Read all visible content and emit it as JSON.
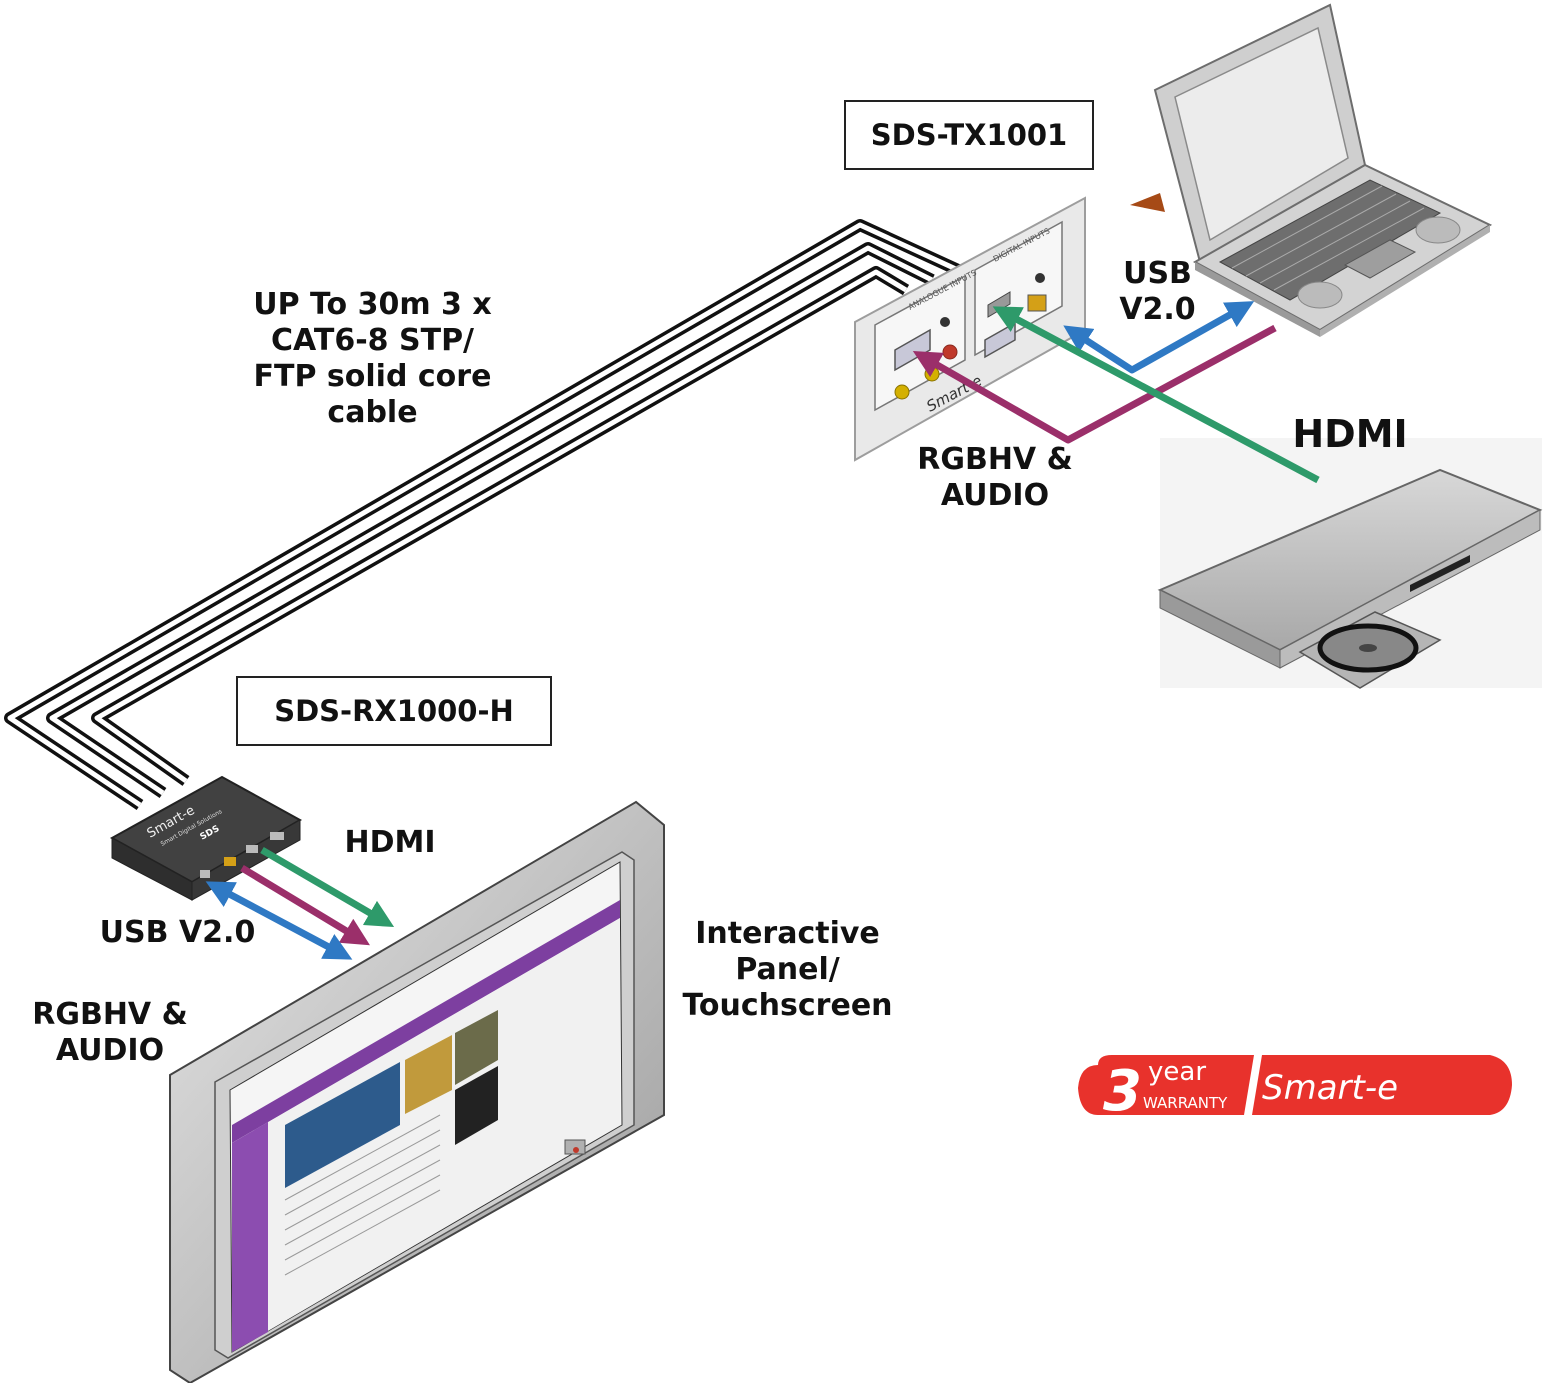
{
  "boxes": {
    "tx": "SDS-TX1001",
    "rx": "SDS-RX1000-H"
  },
  "labels": {
    "cable": "UP To 30m 3 x\nCAT6-8 STP/\nFTP solid core\ncable",
    "usb_top": "USB\nV2.0",
    "rgbhv_top": "RGBHV &\nAUDIO",
    "hdmi_top": "HDMI",
    "hdmi_bottom": "HDMI",
    "usb_bottom": "USB V2.0",
    "rgbhv_bottom": "RGBHV &\nAUDIO",
    "panel": "Interactive\nPanel/\nTouchscreen"
  },
  "wallplate": {
    "section_analogue": "ANALOGUE INPUTS",
    "section_digital": "DIGITAL INPUTS",
    "brand": "Smart-e"
  },
  "receiver": {
    "brand": "Smart-e",
    "sub": "Smart Digital Solutions",
    "badge": "SDS"
  },
  "warranty": {
    "number": "3",
    "year": "year",
    "warranty": "WARRANTY",
    "brand": "Smart-e"
  },
  "colors": {
    "hdmi": "#2e9a6a",
    "rgbhv": "#9b2f6a",
    "usb": "#2f79c4",
    "warranty_red": "#e8322c",
    "cable": "#111111"
  }
}
